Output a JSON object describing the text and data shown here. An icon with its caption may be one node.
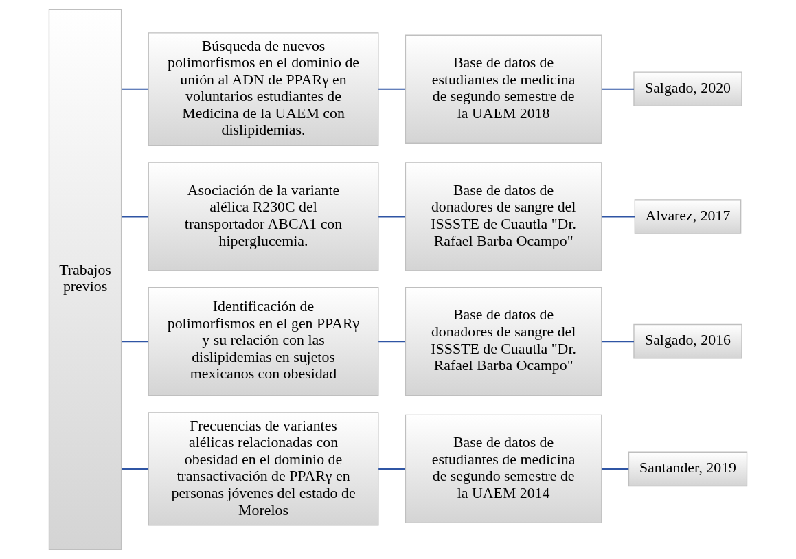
{
  "diagram": {
    "nodes": [
      {
        "text": [
          "Trabajos previos"
        ]
      },
      {
        "text": [
          "Búsqueda de nuevos polimorfismos en el dominio de unión al ADN de PPARγ en voluntarios estudiantes de Medicina de la UAEM con dislipidemias."
        ]
      },
      {
        "text": [
          "Base de datos de estudiantes de medicina de segundo semestre de la UAEM 2018"
        ]
      },
      {
        "text": [
          "Salgado, 2020"
        ]
      },
      {
        "text": [
          "Asociación de la variante alélica R230C del transportador ABCA1 con hiperglucemia."
        ]
      },
      {
        "text": [
          "Base de datos de donadores de sangre del ISSSTE de Cuautla \"Dr. Rafael Barba Ocampo\""
        ]
      },
      {
        "text": [
          "Alvarez, 2017"
        ]
      },
      {
        "text": [
          "Identificación de polimorfismos en el gen PPARγ y su relación con las dislipidemias en sujetos mexicanos con obesidad"
        ]
      },
      {
        "text": [
          "Base de datos de donadores de sangre del ISSSTE de Cuautla \"Dr. Rafael Barba Ocampo\""
        ]
      },
      {
        "text": [
          "Salgado, 2016"
        ]
      },
      {
        "text": [
          "Frecuencias de variantes alélicas relacionadas con obesidad en el dominio de transactivación de PPARγ en personas jóvenes del estado de Morelos"
        ]
      },
      {
        "text": [
          "Base de datos de estudiantes de medicina de segundo semestre de la UAEM 2014"
        ]
      },
      {
        "text": [
          "Santander, 2019"
        ]
      }
    ],
    "edges": [
      {
        "from": 0,
        "to": 1,
        "arrow": "none"
      },
      {
        "from": 0,
        "to": 4,
        "arrow": "none"
      },
      {
        "from": 0,
        "to": 7,
        "arrow": "none"
      },
      {
        "from": 0,
        "to": 10,
        "arrow": "none"
      },
      {
        "from": 1,
        "to": 2,
        "arrow": "none"
      },
      {
        "from": 2,
        "to": 3,
        "arrow": "none"
      },
      {
        "from": 4,
        "to": 5,
        "arrow": "none"
      },
      {
        "from": 5,
        "to": 6,
        "arrow": "none"
      },
      {
        "from": 7,
        "to": 8,
        "arrow": "none"
      },
      {
        "from": 8,
        "to": 9,
        "arrow": "none"
      },
      {
        "from": 10,
        "to": 11,
        "arrow": "none"
      },
      {
        "from": 11,
        "to": 12,
        "arrow": "none"
      }
    ]
  }
}
